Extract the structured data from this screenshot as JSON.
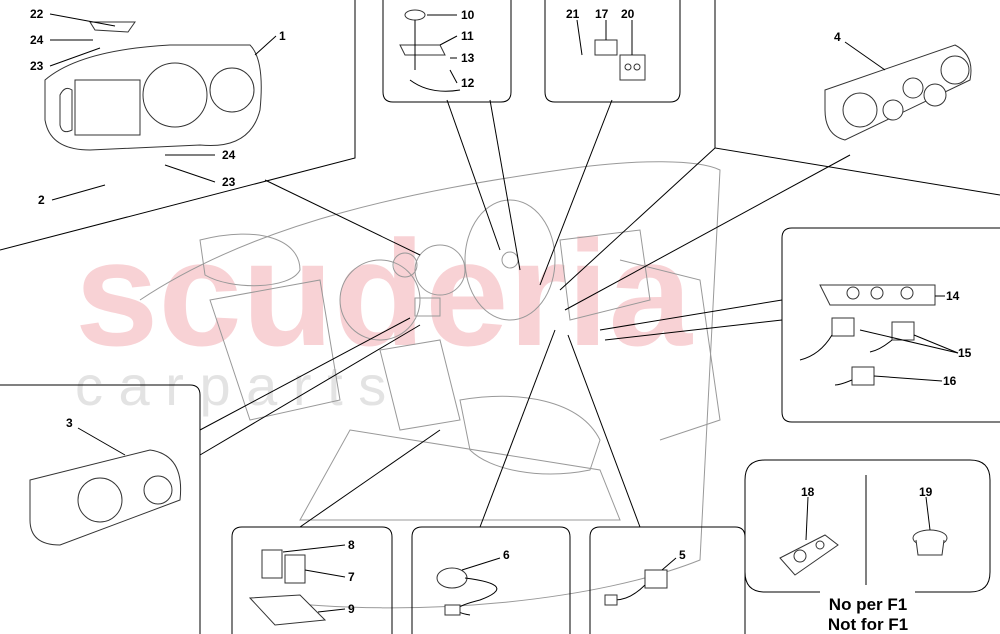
{
  "watermark": {
    "brand": "scuderia",
    "sub": "c a r p a r t s"
  },
  "callouts": {
    "c22": "22",
    "c24a": "24",
    "c23a": "23",
    "c1": "1",
    "c2": "2",
    "c24b": "24",
    "c23b": "23",
    "c10": "10",
    "c11": "11",
    "c13": "13",
    "c12": "12",
    "c21": "21",
    "c17": "17",
    "c20": "20",
    "c4": "4",
    "c14": "14",
    "c15": "15",
    "c16": "16",
    "c3": "3",
    "c8": "8",
    "c7": "7",
    "c9": "9",
    "c6": "6",
    "c5": "5",
    "c18": "18",
    "c19": "19"
  },
  "note": {
    "line1": "No per F1",
    "line2": "Not for F1"
  },
  "colors": {
    "watermark": "#f6c4c8",
    "lines": "#000000"
  }
}
